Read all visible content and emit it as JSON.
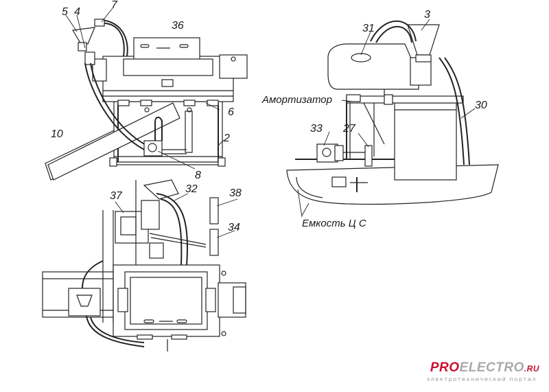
{
  "diagram": {
    "labels": {
      "n5": "5",
      "n4": "4",
      "n7": "7",
      "n36": "36",
      "n6": "6",
      "n10": "10",
      "n2": "2",
      "n8": "8",
      "n31": "31",
      "n3": "3",
      "n30": "30",
      "n33": "33",
      "n27": "27",
      "n37": "37",
      "n32": "32",
      "n38": "38",
      "n34": "34",
      "amortizator": "Амортизатор",
      "emkost": "Емкость Ц С"
    }
  },
  "watermark": {
    "brand_pro": "PRO",
    "brand_electro": "ELECTRO",
    "brand_ru": ".RU",
    "subtitle": "электротехнический портал"
  },
  "colors": {
    "brand_red": "#c8102e",
    "brand_gray": "#a9a9a9",
    "line": "#222222"
  }
}
